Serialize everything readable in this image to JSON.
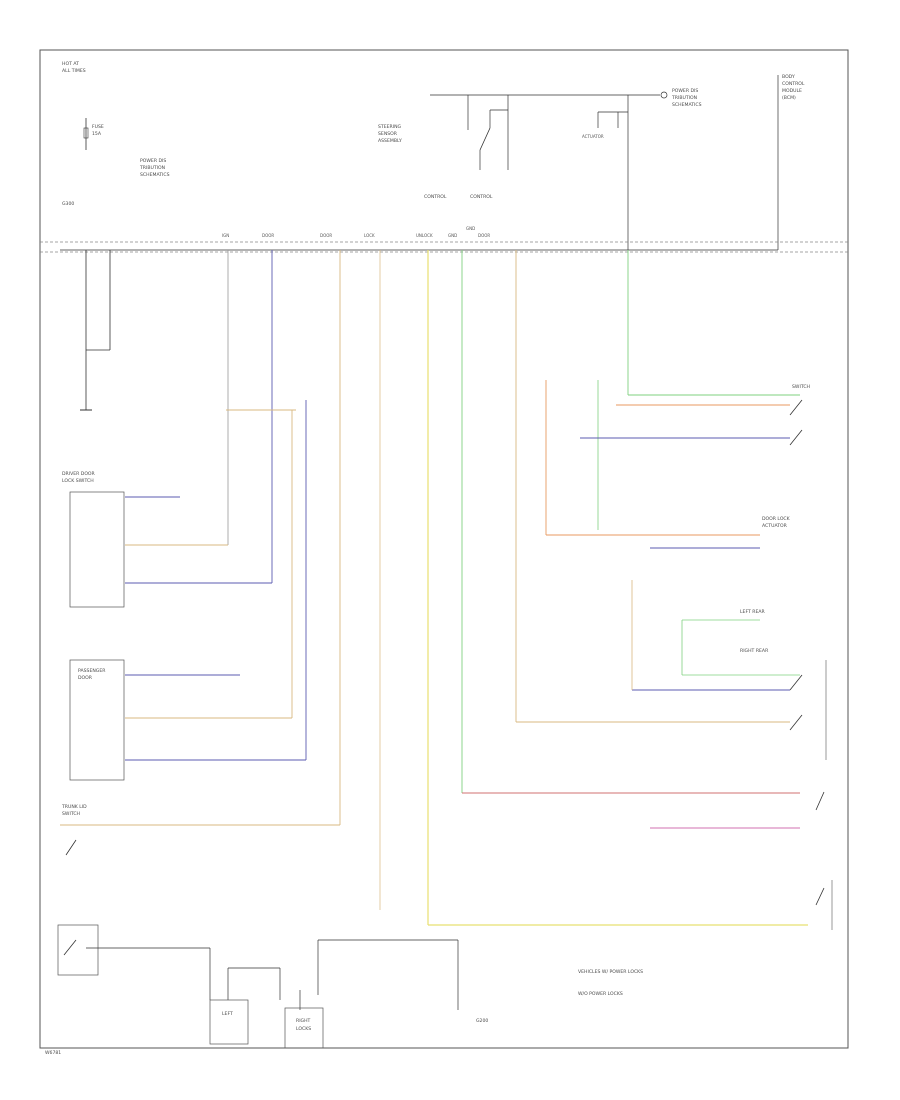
{
  "labels": {
    "top_left_1": "HOT AT",
    "top_left_2": "ALL TIMES",
    "fuse": "FUSE",
    "fuse_amp": "15A",
    "fuse_note_1": "POWER DIS",
    "fuse_note_2": "TRIBUTION",
    "fuse_note_3": "SCHEMATICS",
    "ground_left": "G300",
    "relay_title_1": "STEERING",
    "relay_title_2": "SENSOR",
    "relay_title_3": "ASSEMBLY",
    "top_right_1": "POWER DIS",
    "top_right_2": "TRIBUTION",
    "top_right_3": "SCHEMATICS",
    "far_right_1": "BODY",
    "far_right_2": "CONTROL",
    "far_right_3": "MODULE",
    "far_right_4": "(BCM)",
    "ctrl_a": "CONTROL",
    "ctrl_b": "CONTROL",
    "connector_1": "IGN",
    "connector_2": "DOOR",
    "connector_3": "DOOR",
    "connector_4": "LOCK",
    "connector_5": "UNLOCK",
    "connector_6": "GND",
    "connector_7": "GND",
    "connector_8": "DOOR",
    "module_left_1": "DRIVER DOOR",
    "module_left_2": "LOCK SWITCH",
    "module_left_3": "PASSENGER",
    "module_left_4": "DOOR",
    "trunk_1": "TRUNK LID",
    "trunk_2": "SWITCH",
    "right_1": "SWITCH",
    "right_2": "ACTUATOR",
    "right_3": "DOOR LOCK",
    "right_4": "ACTUATOR",
    "right_5": "LEFT REAR",
    "right_6": "RIGHT REAR",
    "bottom_1": "LEFT",
    "bottom_2": "RIGHT",
    "bottom_3": "LOCKS",
    "legend_1": "VEHICLES W/ POWER LOCKS",
    "legend_2": "W/O POWER LOCKS",
    "ground_bottom": "G200",
    "footer": "W6781"
  },
  "colors": {
    "line": "#333333",
    "gray": "#8a8a8a",
    "blue": "#5b5bb0",
    "tan": "#d8b880",
    "green": "#7fd07f",
    "yellow": "#e8e070",
    "orange": "#e89a60",
    "pink": "#d070b0",
    "red": "#d07070"
  }
}
